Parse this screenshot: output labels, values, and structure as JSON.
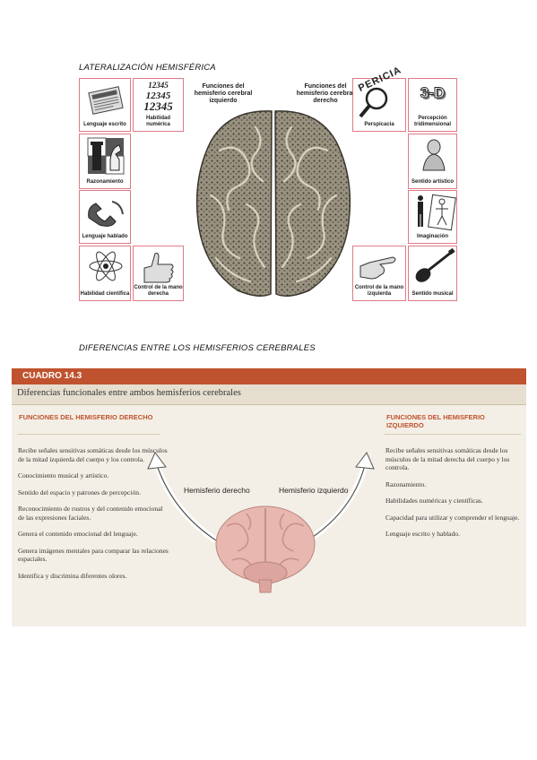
{
  "figure1": {
    "heading": "LATERALIZACIÓN HEMISFÉRICA",
    "left_title": "Funciones del hemisferio cerebral izquierdo",
    "right_title": "Funciones del hemisferio cerebral derecho",
    "left_tiles": {
      "lenguaje_escrito": "Lenguaje escrito",
      "habilidad_numerica": "Habilidad numérica",
      "numbers": [
        "12345",
        "12345",
        "12345"
      ],
      "razonamiento": "Razonamiento",
      "lenguaje_hablado": "Lenguaje hablado",
      "habilidad_cientifica": "Habilidad científica",
      "control_mano_derecha": "Control de la mano derecha"
    },
    "right_tiles": {
      "perspicacia": "Perspicacia",
      "perspicacia_art": "PERICIA",
      "percepcion": "Percepción tridimensional",
      "three_d": "3-D",
      "sentido_artistico": "Sentido artístico",
      "imaginacion": "Imaginación",
      "control_mano_izquierda": "Control de la mano izquierda",
      "sentido_musical": "Sentido musical"
    }
  },
  "figure2": {
    "heading": "DIFERENCIAS ENTRE LOS HEMISFERIOS CEREBRALES",
    "label": "CUADRO 14.3",
    "subtitle": "Diferencias funcionales entre ambos hemisferios cerebrales",
    "left_header": "FUNCIONES DEL HEMISFERIO DERECHO",
    "right_header": "FUNCIONES DEL HEMISFERIO IZQUIERDO",
    "brain_label_left": "Hemisferio derecho",
    "brain_label_right": "Hemisferio izquierdo",
    "left_items": [
      "Recibe señales sensitivas somáticas desde los músculos de la mitad izquierda del cuerpo y los controla.",
      "Conocimiento musical y artístico.",
      "Sentido del espacio y patrones de percepción.",
      "Reconocimiento de rostros y del contenido emocional de las expresiones faciales.",
      "Genera el contenido emocional del lenguaje.",
      "Genera imágenes mentales para comparar las relaciones espaciales.",
      "Identifica y discrimina diferentes olores."
    ],
    "right_items": [
      "Recibe señales sensitivas somáticas desde los músculos de la mitad derecha del cuerpo y los controla.",
      "Razonamiento.",
      "Habilidades numéricas y científicas.",
      "Capacidad para utilizar y comprender el lenguaje.",
      "Lenguaje escrito y hablado."
    ]
  },
  "colors": {
    "tile_border": "#e07a86",
    "accent": "#c0532f",
    "panel": "#f3efe6",
    "brain_pink": "#e8b7b0"
  }
}
